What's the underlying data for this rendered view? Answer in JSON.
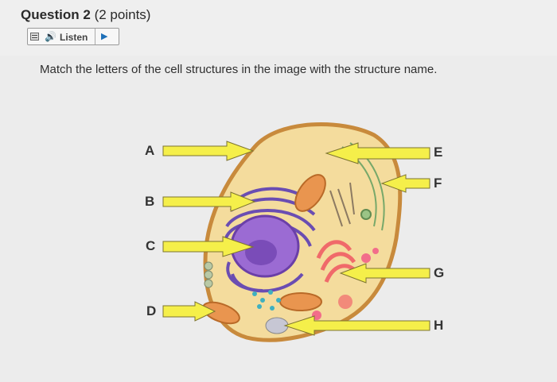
{
  "question": {
    "number": "Question 2",
    "points": "(2 points)"
  },
  "listen": {
    "menu_icon": "menu-icon",
    "speaker_icon": "speaker-icon",
    "label": "Listen",
    "play_icon": "play-icon"
  },
  "instructions": "Match the letters of the cell structures in the image with the structure name.",
  "figure": {
    "labels": [
      "A",
      "B",
      "C",
      "D",
      "E",
      "F",
      "G",
      "H"
    ],
    "arrow_color": "#f5ef4a"
  }
}
